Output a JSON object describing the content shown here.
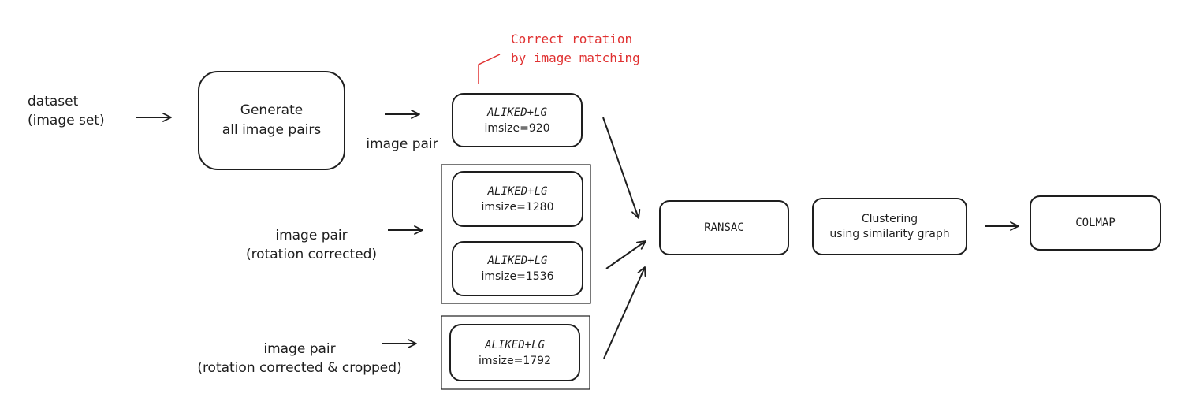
{
  "input": {
    "line1": "dataset",
    "line2": "(image set)"
  },
  "generate": {
    "line1": "Generate",
    "line2": "all image pairs"
  },
  "annotation": {
    "line1": "Correct rotation",
    "line2": "by image matching",
    "color": "#e03131"
  },
  "pair_labels": {
    "plain": "image pair",
    "rotated_line1": "image pair",
    "rotated_line2": "(rotation corrected)",
    "cropped_line1": "image pair",
    "cropped_line2": "(rotation corrected & cropped)"
  },
  "models": [
    {
      "name": "ALIKED+LG",
      "size": "imsize=920"
    },
    {
      "name": "ALIKED+LG",
      "size": "imsize=1280"
    },
    {
      "name": "ALIKED+LG",
      "size": "imsize=1536"
    },
    {
      "name": "ALIKED+LG",
      "size": "imsize=1792"
    }
  ],
  "stages": {
    "ransac": "RANSAC",
    "clustering_line1": "Clustering",
    "clustering_line2": "using similarity graph",
    "colmap": "COLMAP"
  },
  "colors": {
    "stroke": "#1e1e1e",
    "note": "#e03131",
    "background": "#ffffff"
  }
}
